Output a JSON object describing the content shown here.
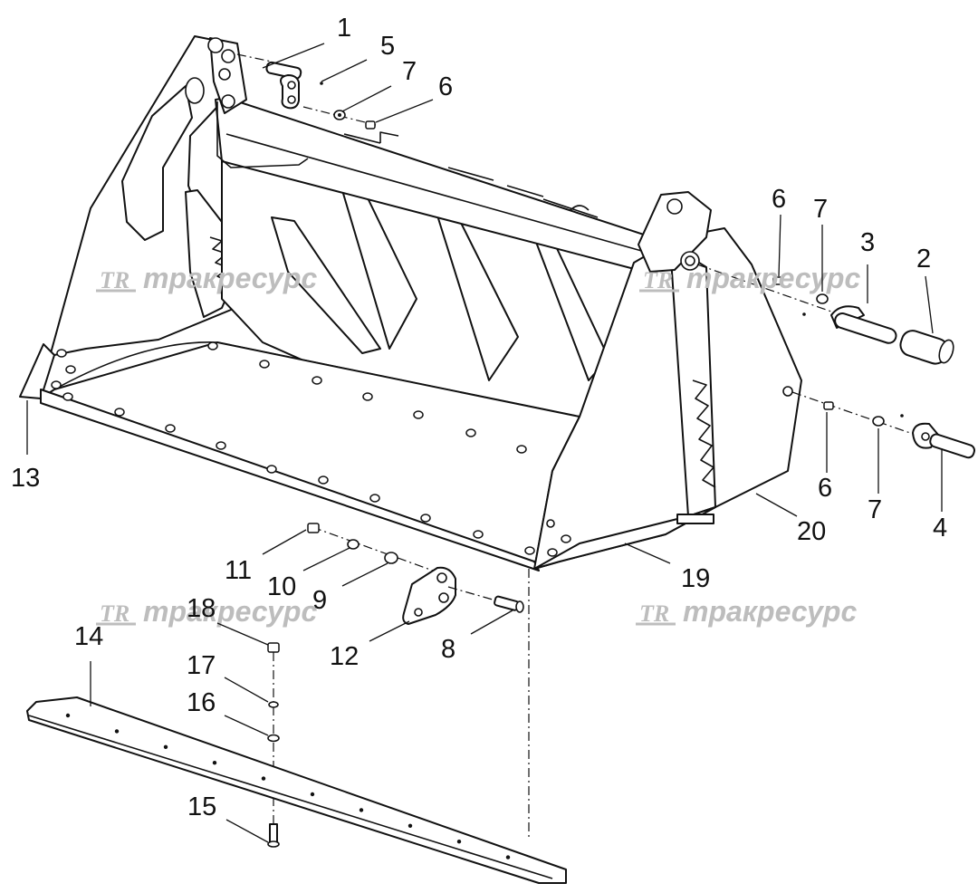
{
  "watermarks": [
    {
      "logo": "TR",
      "text": "тракресурс"
    },
    {
      "logo": "TR",
      "text": "тракресурс"
    },
    {
      "logo": "TR",
      "text": "тракресурс"
    },
    {
      "logo": "TR",
      "text": "тракресурс"
    }
  ],
  "callouts": [
    "1",
    "2",
    "3",
    "4",
    "5",
    "6",
    "7",
    "6",
    "7",
    "6",
    "7",
    "8",
    "9",
    "10",
    "11",
    "12",
    "13",
    "14",
    "15",
    "16",
    "17",
    "18",
    "19",
    "20"
  ]
}
